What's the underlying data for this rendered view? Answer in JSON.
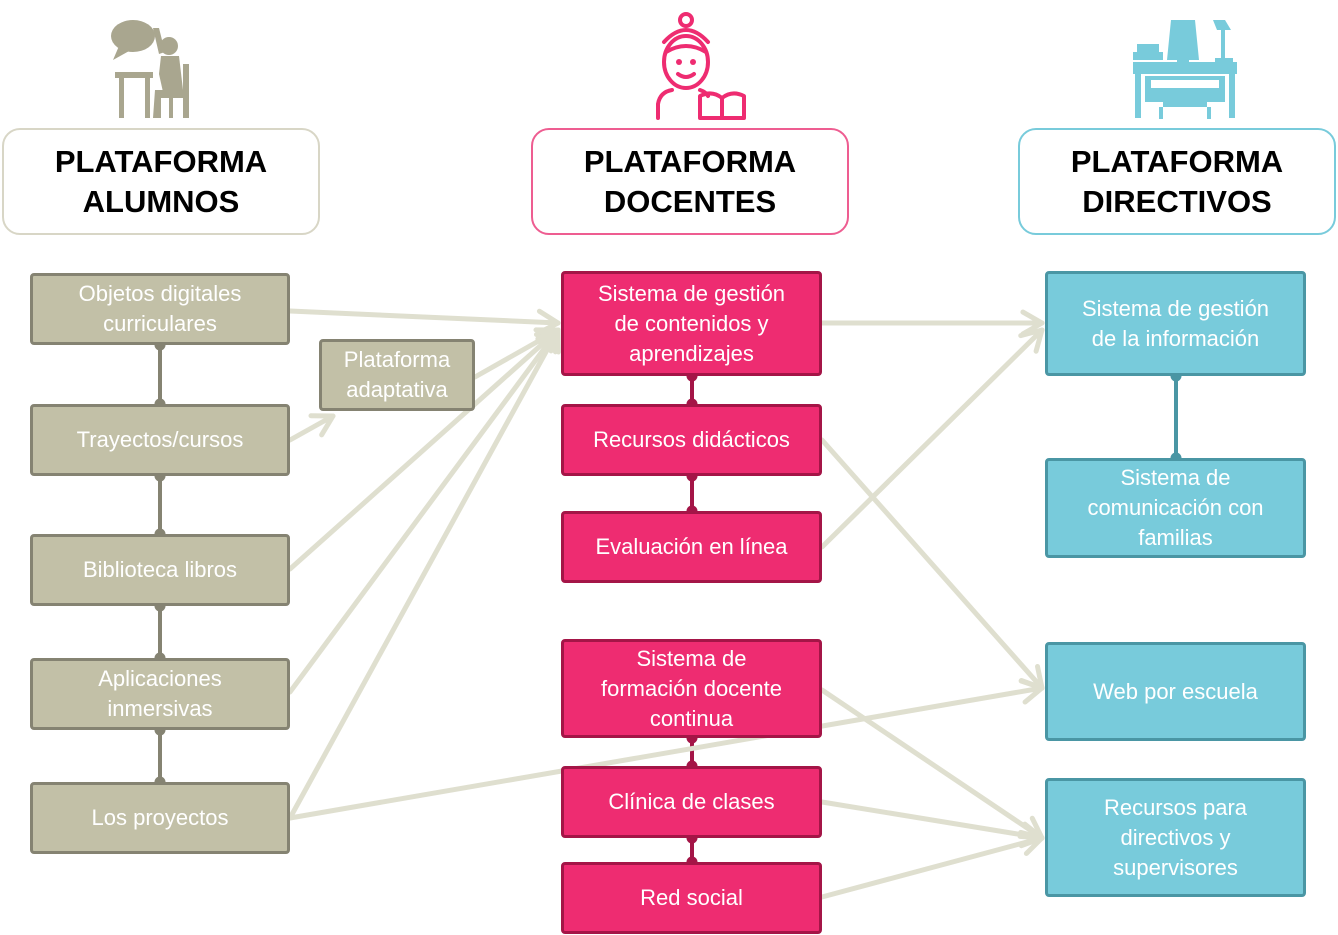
{
  "colors": {
    "alumnos_accent": "#c2c0a7",
    "docentes_accent": "#ee2c71",
    "directivos_accent": "#78cbdb",
    "arrow": "#dfdfcf"
  },
  "icons": {
    "alumnos": "student-raising-hand-icon",
    "docentes": "teacher-with-book-icon",
    "directivos": "desk-with-chair-icon"
  },
  "columns": {
    "alumnos": {
      "title": "PLATAFORMA\nALUMNOS"
    },
    "docentes": {
      "title": "PLATAFORMA\nDOCENTES"
    },
    "directivos": {
      "title": "PLATAFORMA\nDIRECTIVOS"
    }
  },
  "nodes": {
    "objetos": "Objetos digitales\ncurriculares",
    "trayectos": "Trayectos/cursos",
    "biblioteca": "Biblioteca libros",
    "aplicaciones": "Aplicaciones\ninmersivas",
    "proyectos": "Los proyectos",
    "adaptativa": "Plataforma\nadaptativa",
    "gestion_contenidos": "Sistema de gestión\nde contenidos y\naprendizajes",
    "recursos_didacticos": "Recursos didácticos",
    "evaluacion": "Evaluación en línea",
    "formacion": "Sistema de\nformación docente\ncontinua",
    "clinica": "Clínica de clases",
    "red_social": "Red social",
    "gestion_informacion": "Sistema de gestión\nde la información",
    "comunicacion": "Sistema de\ncomunicación con\nfamilias",
    "web": "Web por escuela",
    "recursos_directivos": "Recursos para\ndirectivos y\nsupervisores"
  }
}
